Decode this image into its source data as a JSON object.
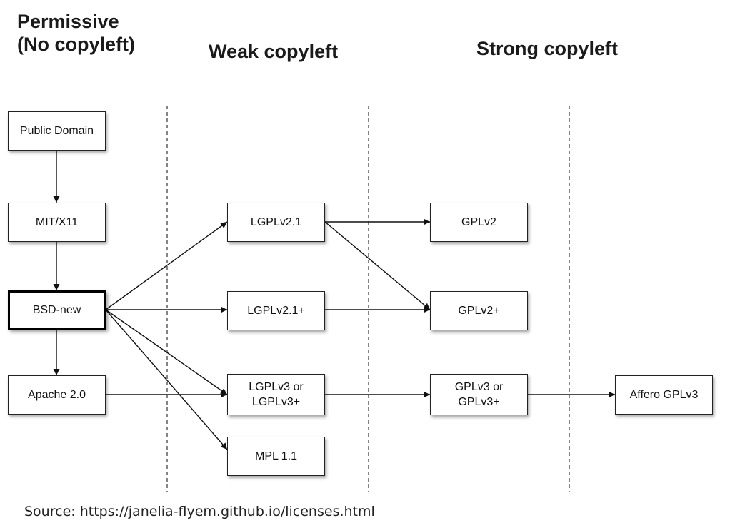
{
  "headings": {
    "permissive": [
      "Permissive",
      "(No copyleft)"
    ],
    "weak": "Weak copyleft",
    "strong": "Strong copyleft"
  },
  "nodes": {
    "public_domain": [
      "Public Domain"
    ],
    "mit_x11": [
      "MIT/X11"
    ],
    "bsd_new": [
      "BSD-new"
    ],
    "apache": [
      "Apache 2.0"
    ],
    "lgplv21": [
      "LGPLv2.1"
    ],
    "lgplv21_plus": [
      "LGPLv2.1+"
    ],
    "lgplv3": [
      "LGPLv3 or",
      "LGPLv3+"
    ],
    "mpl": [
      "MPL 1.1"
    ],
    "gplv2": [
      "GPLv2"
    ],
    "gplv2_plus": [
      "GPLv2+"
    ],
    "gplv3": [
      "GPLv3 or",
      "GPLv3+"
    ],
    "affero": [
      "Affero GPLv3"
    ]
  },
  "edges": [
    [
      "public_domain",
      "mit_x11"
    ],
    [
      "mit_x11",
      "bsd_new"
    ],
    [
      "bsd_new",
      "apache"
    ],
    [
      "bsd_new",
      "lgplv21"
    ],
    [
      "bsd_new",
      "lgplv21_plus"
    ],
    [
      "bsd_new",
      "lgplv3"
    ],
    [
      "bsd_new",
      "mpl"
    ],
    [
      "apache",
      "lgplv3"
    ],
    [
      "lgplv21",
      "gplv2"
    ],
    [
      "lgplv21",
      "gplv2_plus"
    ],
    [
      "lgplv21_plus",
      "gplv2_plus"
    ],
    [
      "lgplv3",
      "gplv3"
    ],
    [
      "gplv3",
      "affero"
    ]
  ],
  "source": "Source:  https://janelia-flyem.github.io/licenses.html",
  "colors": {
    "line": "#111111",
    "border": "#222222",
    "background": "#ffffff"
  }
}
